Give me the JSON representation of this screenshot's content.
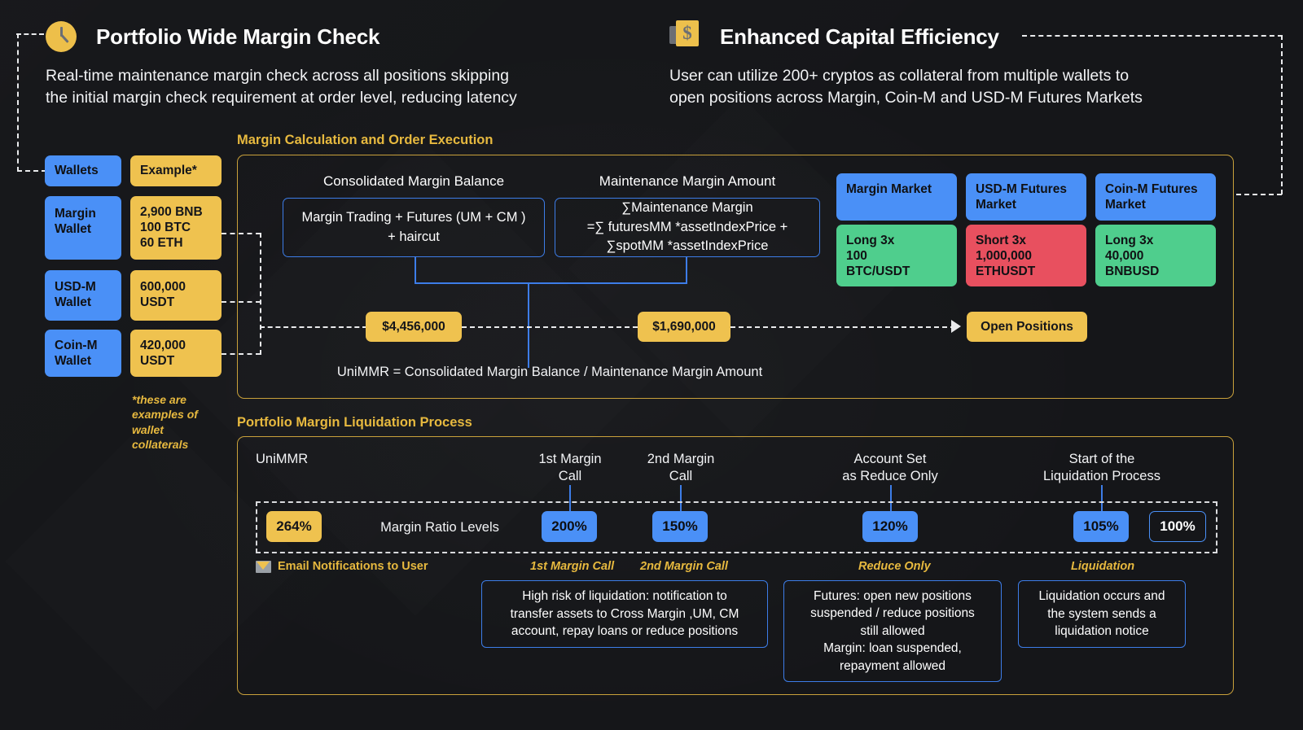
{
  "headers": [
    {
      "icon": "clock-icon",
      "title": "Portfolio Wide Margin Check",
      "body": "Real-time maintenance margin check across all positions skipping\nthe initial margin check requirement at order level, reducing latency"
    },
    {
      "icon": "money-icon",
      "title": "Enhanced Capital Efficiency",
      "body": "User can utilize 200+ cryptos as collateral from multiple wallets to\nopen positions across Margin, Coin-M and USD-M Futures Markets"
    }
  ],
  "wallets": {
    "col_header_left": "Wallets",
    "col_header_right": "Example*",
    "rows": [
      {
        "wallet": "Margin\nWallet",
        "example": "2,900 BNB\n100 BTC\n60 ETH"
      },
      {
        "wallet": "USD-M\nWallet",
        "example": "600,000\nUSDT"
      },
      {
        "wallet": "Coin-M\nWallet",
        "example": "420,000\nUSDT"
      }
    ],
    "footnote": "*these are\nexamples of\nwallet\ncollaterals"
  },
  "margin_panel": {
    "title": "Margin Calculation and Order Execution",
    "left_col_head": "Consolidated Margin Balance",
    "right_col_head": "Maintenance Margin Amount",
    "left_formula": "Margin Trading + Futures (UM + CM )\n+ haircut",
    "right_formula": "∑Maintenance Margin\n=∑ futuresMM *assetIndexPrice +\n∑spotMM *assetIndexPrice",
    "left_value": "$4,456,000",
    "right_value": "$1,690,000",
    "open_positions": "Open Positions",
    "unimmr_formula": "UniMMR = Consolidated Margin Balance / Maintenance Margin Amount",
    "markets": [
      {
        "name": "Margin Market",
        "position": "Long 3x\n100\nBTC/USDT",
        "tone": "green"
      },
      {
        "name": "USD-M Futures\nMarket",
        "position": "Short 3x\n1,000,000\nETHUSDT",
        "tone": "red"
      },
      {
        "name": "Coin-M Futures\nMarket",
        "position": "Long 3x\n40,000\nBNBUSD",
        "tone": "green"
      }
    ]
  },
  "liquidation_panel": {
    "title": "Portfolio Margin Liquidation Process",
    "unimmr_label": "UniMMR",
    "ratio_label": "Margin Ratio Levels",
    "current_value": "264%",
    "email_label": "Email Notifications to User",
    "stages": [
      {
        "caption": "1st Margin\nCall",
        "value": "200%",
        "style": "blue",
        "note_label": "1st Margin Call"
      },
      {
        "caption": "2nd Margin\nCall",
        "value": "150%",
        "style": "blue",
        "note_label": "2nd Margin Call"
      },
      {
        "caption": "Account Set\nas Reduce Only",
        "value": "120%",
        "style": "blue",
        "note_label": "Reduce Only"
      },
      {
        "caption": "Start of the\nLiquidation Process",
        "value": "105%",
        "style": "blue",
        "note_label": "Liquidation"
      },
      {
        "caption": "",
        "value": "100%",
        "style": "outline",
        "note_label": ""
      }
    ],
    "notes": [
      "High risk of liquidation: notification to\ntransfer assets to Cross Margin ,UM, CM\naccount, repay loans or reduce positions",
      "Futures: open new positions\nsuspended / reduce positions\nstill allowed\nMargin: loan suspended,\nrepayment allowed",
      "Liquidation occurs and\nthe system sends a\nliquidation notice"
    ]
  },
  "colors": {
    "background": "#151619",
    "blue": "#4a90f7",
    "yellow": "#efc24f",
    "green": "#4fce8d",
    "red": "#e8505f",
    "panel_border": "#c9a13b",
    "panel_title": "#e7b93f",
    "formula_border": "#3d7de8",
    "dash": "#e9eaec"
  }
}
